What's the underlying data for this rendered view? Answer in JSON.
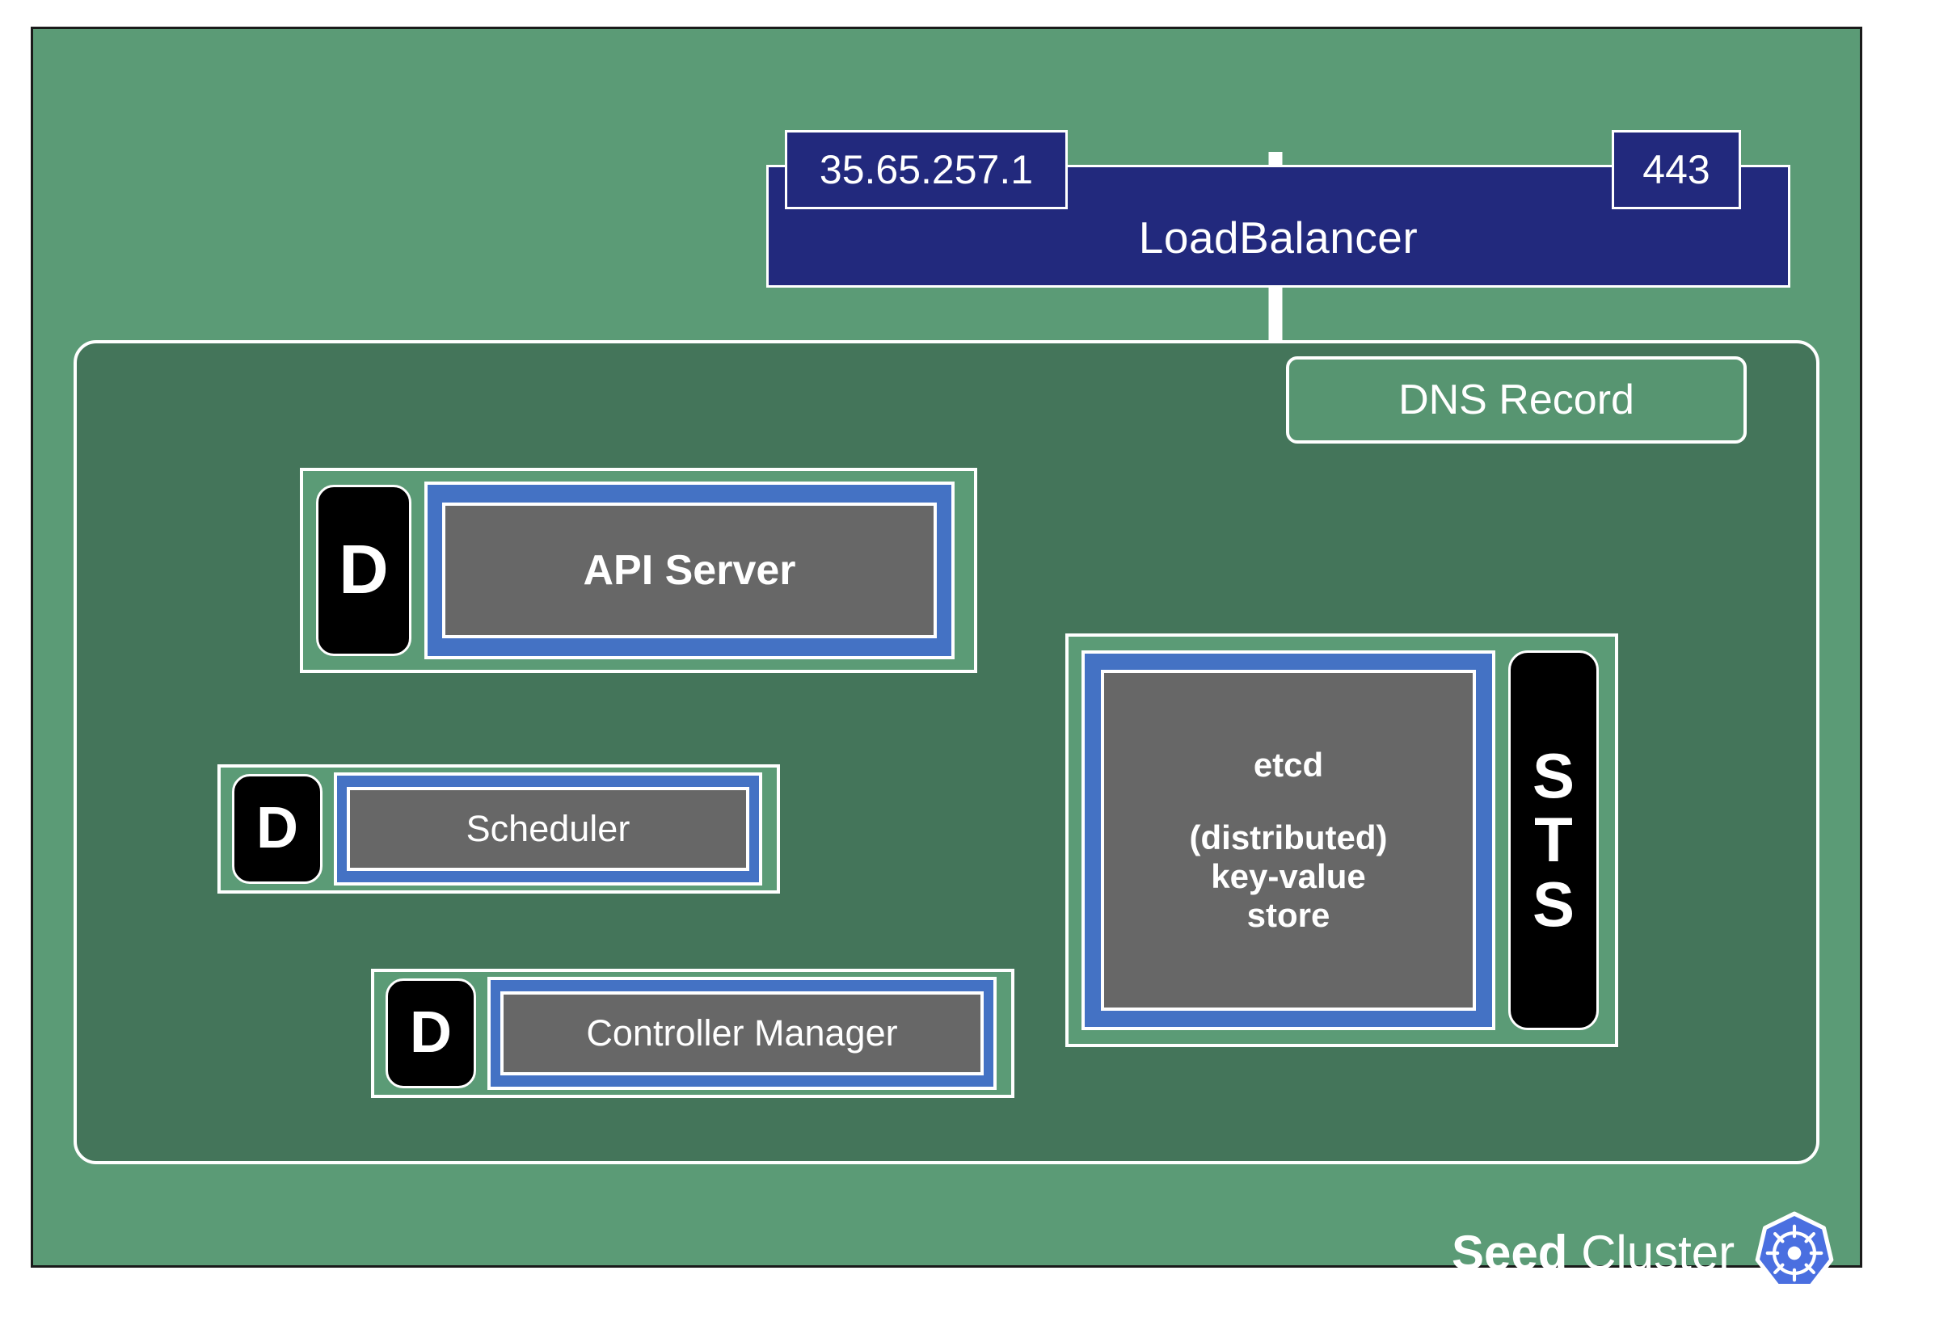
{
  "diagram": {
    "title": "Seed Cluster control plane architecture",
    "colors": {
      "canvas_green": "#5B9B76",
      "cluster_green": "#44755A",
      "loadbalancer_navy": "#22297D",
      "pod_blue": "#4472C4",
      "container_gray": "#676767",
      "badge_black": "#000000",
      "border_white": "#FFFFFF",
      "kubernetes_blue": "#4A6FE0"
    }
  },
  "loadbalancer": {
    "label": "LoadBalancer",
    "ip_address": "35.65.257.1",
    "port": "443"
  },
  "dns": {
    "label": "DNS Record"
  },
  "connector": {
    "from": "LoadBalancer",
    "to": "API Server",
    "style": "elbow-arrow-left"
  },
  "workloads": [
    {
      "name": "api-server",
      "kind_badge": "D",
      "kind_full": "Deployment",
      "label": "API Server"
    },
    {
      "name": "scheduler",
      "kind_badge": "D",
      "kind_full": "Deployment",
      "label": "Scheduler"
    },
    {
      "name": "controller-manager",
      "kind_badge": "D",
      "kind_full": "Deployment",
      "label": "Controller Manager"
    },
    {
      "name": "etcd",
      "kind_badge": [
        "S",
        "T",
        "S"
      ],
      "kind_full": "StatefulSet",
      "label_lines": [
        "etcd",
        "(distributed)",
        "key-value",
        "store"
      ]
    }
  ],
  "footer": {
    "brand_strong": "Seed",
    "brand_rest": " Cluster",
    "logo": "kubernetes-logo"
  }
}
